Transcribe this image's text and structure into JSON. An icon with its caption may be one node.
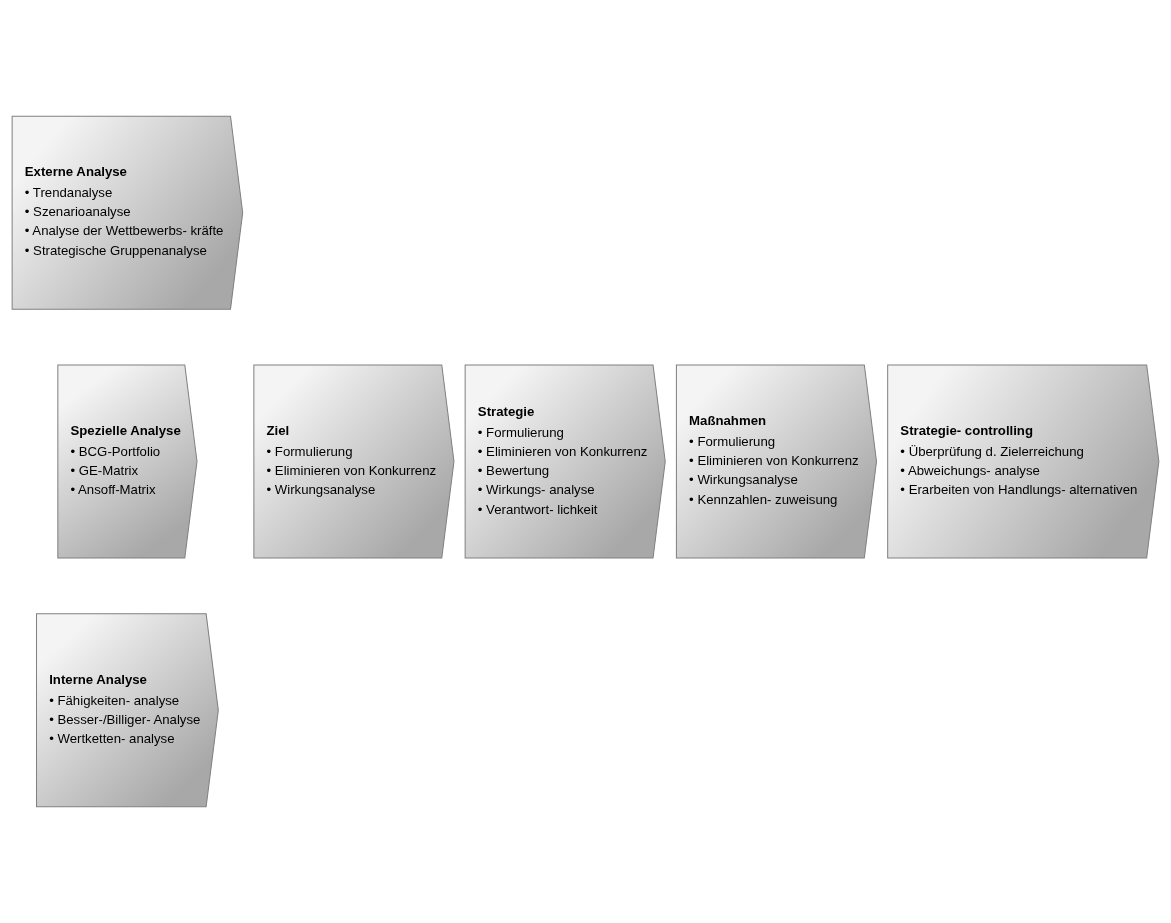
{
  "diagram": {
    "nodes": [
      {
        "text": [
          "Externe Analyse",
          "• Trendanalyse",
          "• Szenarioanalyse",
          "• Analyse der Wettbewerbs- kräfte",
          "• Strategische Gruppenanalyse"
        ]
      },
      {
        "text": [
          "Spezielle Analyse",
          "• BCG-Portfolio",
          "• GE-Matrix",
          "• Ansoff-Matrix"
        ]
      },
      {
        "text": [
          "Ziel",
          "• Formulierung",
          "• Eliminieren von Konkurrenz",
          "• Wirkungsanalyse"
        ]
      },
      {
        "text": [
          "Strategie",
          "• Formulierung",
          "• Eliminieren von Konkurrenz",
          "• Bewertung",
          "• Wirkungs- analyse",
          "• Verantwort- lichkeit"
        ]
      },
      {
        "text": [
          "Maßnahmen",
          "• Formulierung",
          "• Eliminieren von Konkurrenz",
          "• Wirkungsanalyse",
          "• Kennzahlen- zuweisung"
        ]
      },
      {
        "text": [
          "Strategie- controlling",
          "• Überprüfung d. Zielerreichung",
          "• Abweichungs- analyse",
          "• Erarbeiten von Handlungs- alternativen"
        ]
      },
      {
        "text": [
          "Interne Analyse",
          "• Fähigkeiten- analyse",
          "• Besser-/Billiger- Analyse",
          "• Wertketten- analyse"
        ]
      }
    ],
    "edges": []
  }
}
